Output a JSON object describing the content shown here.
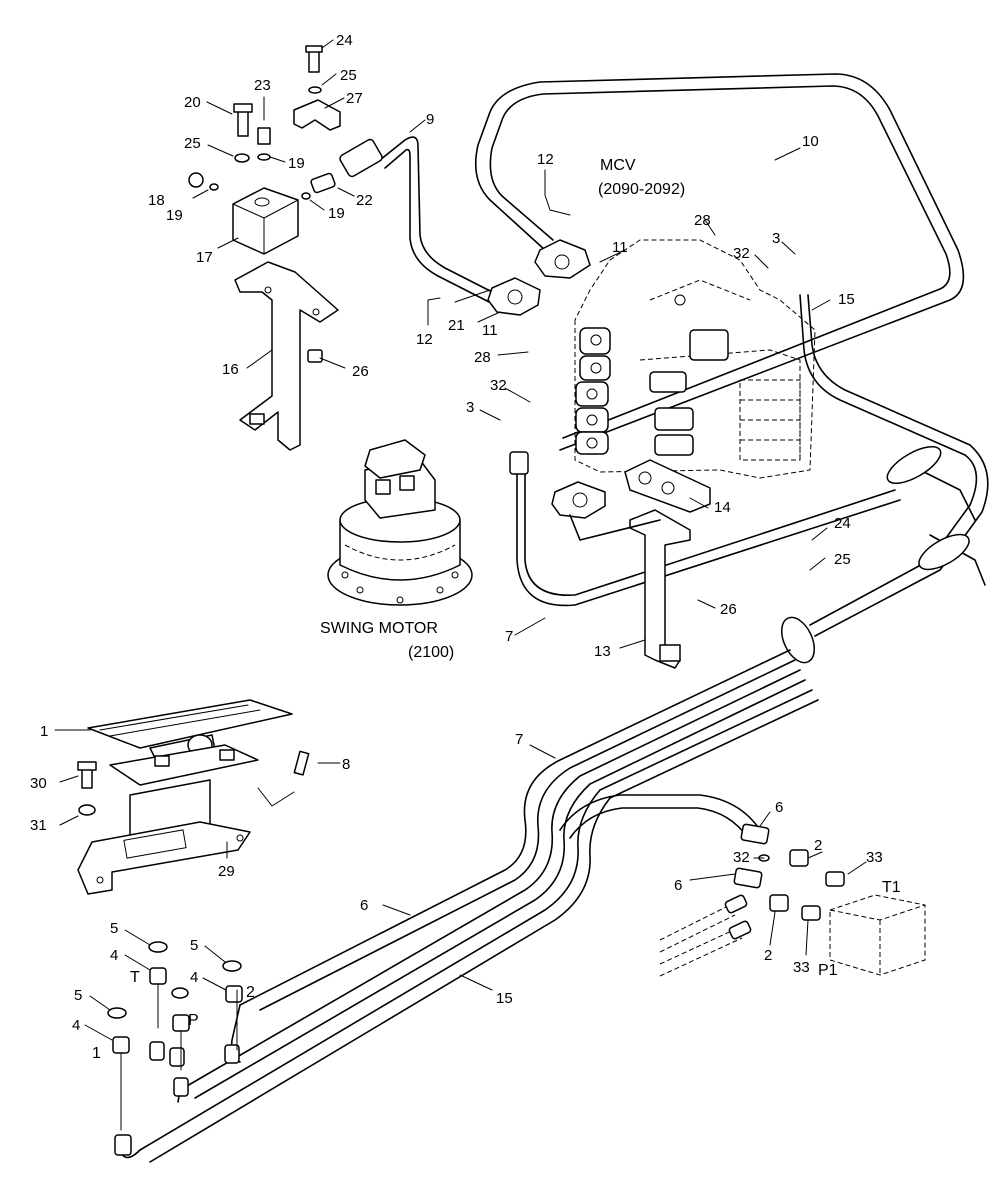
{
  "captions": {
    "mcv_line1": "MCV",
    "mcv_line2": "(2090-2092)",
    "swing_line1": "SWING MOTOR",
    "swing_line2": "(2100)"
  },
  "port_labels": {
    "t1": "T1",
    "p1": "P1",
    "t": "T",
    "p": "P",
    "port1": "1",
    "port2": "2"
  },
  "callouts": [
    {
      "id": "c24a",
      "text": "24"
    },
    {
      "id": "c25a",
      "text": "25"
    },
    {
      "id": "c27",
      "text": "27"
    },
    {
      "id": "c20",
      "text": "20"
    },
    {
      "id": "c23",
      "text": "23"
    },
    {
      "id": "c9",
      "text": "9"
    },
    {
      "id": "c25b",
      "text": "25"
    },
    {
      "id": "c19a",
      "text": "19"
    },
    {
      "id": "c18",
      "text": "18"
    },
    {
      "id": "c19b",
      "text": "19"
    },
    {
      "id": "c22",
      "text": "22"
    },
    {
      "id": "c19c",
      "text": "19"
    },
    {
      "id": "c17",
      "text": "17"
    },
    {
      "id": "c12a",
      "text": "12"
    },
    {
      "id": "c10",
      "text": "10"
    },
    {
      "id": "c28a",
      "text": "28"
    },
    {
      "id": "c11a",
      "text": "11"
    },
    {
      "id": "c32a",
      "text": "32"
    },
    {
      "id": "c3a",
      "text": "3"
    },
    {
      "id": "c15a",
      "text": "15"
    },
    {
      "id": "c12b",
      "text": "12"
    },
    {
      "id": "c21",
      "text": "21"
    },
    {
      "id": "c11b",
      "text": "11"
    },
    {
      "id": "c28b",
      "text": "28"
    },
    {
      "id": "c16",
      "text": "16"
    },
    {
      "id": "c26a",
      "text": "26"
    },
    {
      "id": "c32b",
      "text": "32"
    },
    {
      "id": "c3b",
      "text": "3"
    },
    {
      "id": "c14",
      "text": "14"
    },
    {
      "id": "c24b",
      "text": "24"
    },
    {
      "id": "c25c",
      "text": "25"
    },
    {
      "id": "c26b",
      "text": "26"
    },
    {
      "id": "c7a",
      "text": "7"
    },
    {
      "id": "c13",
      "text": "13"
    },
    {
      "id": "c1",
      "text": "1"
    },
    {
      "id": "c7b",
      "text": "7"
    },
    {
      "id": "c8",
      "text": "8"
    },
    {
      "id": "c30",
      "text": "30"
    },
    {
      "id": "c31",
      "text": "31"
    },
    {
      "id": "c29",
      "text": "29"
    },
    {
      "id": "c6a",
      "text": "6"
    },
    {
      "id": "c2a",
      "text": "2"
    },
    {
      "id": "c33a",
      "text": "33"
    },
    {
      "id": "c32c",
      "text": "32"
    },
    {
      "id": "c6b",
      "text": "6"
    },
    {
      "id": "c6c",
      "text": "6"
    },
    {
      "id": "c2b",
      "text": "2"
    },
    {
      "id": "c33b",
      "text": "33"
    },
    {
      "id": "c5a",
      "text": "5"
    },
    {
      "id": "c5b",
      "text": "5"
    },
    {
      "id": "c4a",
      "text": "4"
    },
    {
      "id": "c4b",
      "text": "4"
    },
    {
      "id": "c5c",
      "text": "5"
    },
    {
      "id": "c4c",
      "text": "4"
    },
    {
      "id": "c15b",
      "text": "15"
    }
  ]
}
